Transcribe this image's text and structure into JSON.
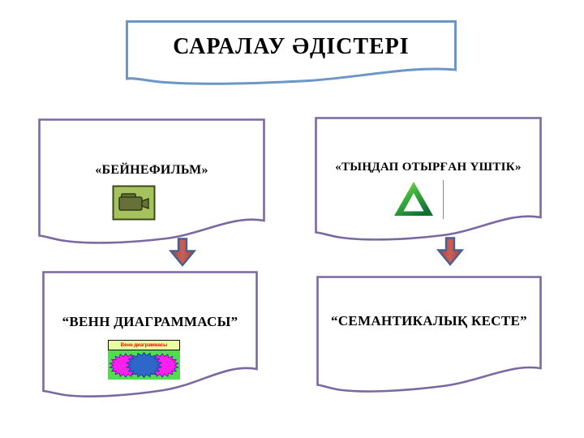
{
  "slide": {
    "title": "САРАЛАУ ӘДІСТЕРІ"
  },
  "cards": [
    {
      "label": "«БЕЙНЕФИЛЬМ»",
      "icon": "video-camera-icon"
    },
    {
      "label": "«ТЫҢДАП ОТЫРҒАН ҮШТІК»",
      "icon": "impossible-triangle-icon"
    },
    {
      "label": "“ВЕНН ДИАГРАММАСЫ”",
      "icon": "venn-diagram-thumbnail",
      "caption": "Венн диаграммасы"
    },
    {
      "label": "“СЕМАНТИКАЛЫҚ КЕСТЕ”"
    }
  ],
  "arrows": [
    {
      "direction": "down"
    },
    {
      "direction": "down"
    }
  ],
  "colors": {
    "title-border": "#6b96c6",
    "card-border": "#7c68a0",
    "text": "#000000",
    "arrow-fill": "#c25049",
    "arrow-outline": "#47618f",
    "camera-bg": "#a6c25f",
    "camera-body": "#66713a",
    "triangle-green": "#2fa33c",
    "venn-bar-bg": "#edfba4",
    "venn-caption": "#ff0000",
    "venn-panel": "#4fde4f",
    "venn-magenta": "#ff1fef",
    "venn-blue": "#2e66c9"
  }
}
